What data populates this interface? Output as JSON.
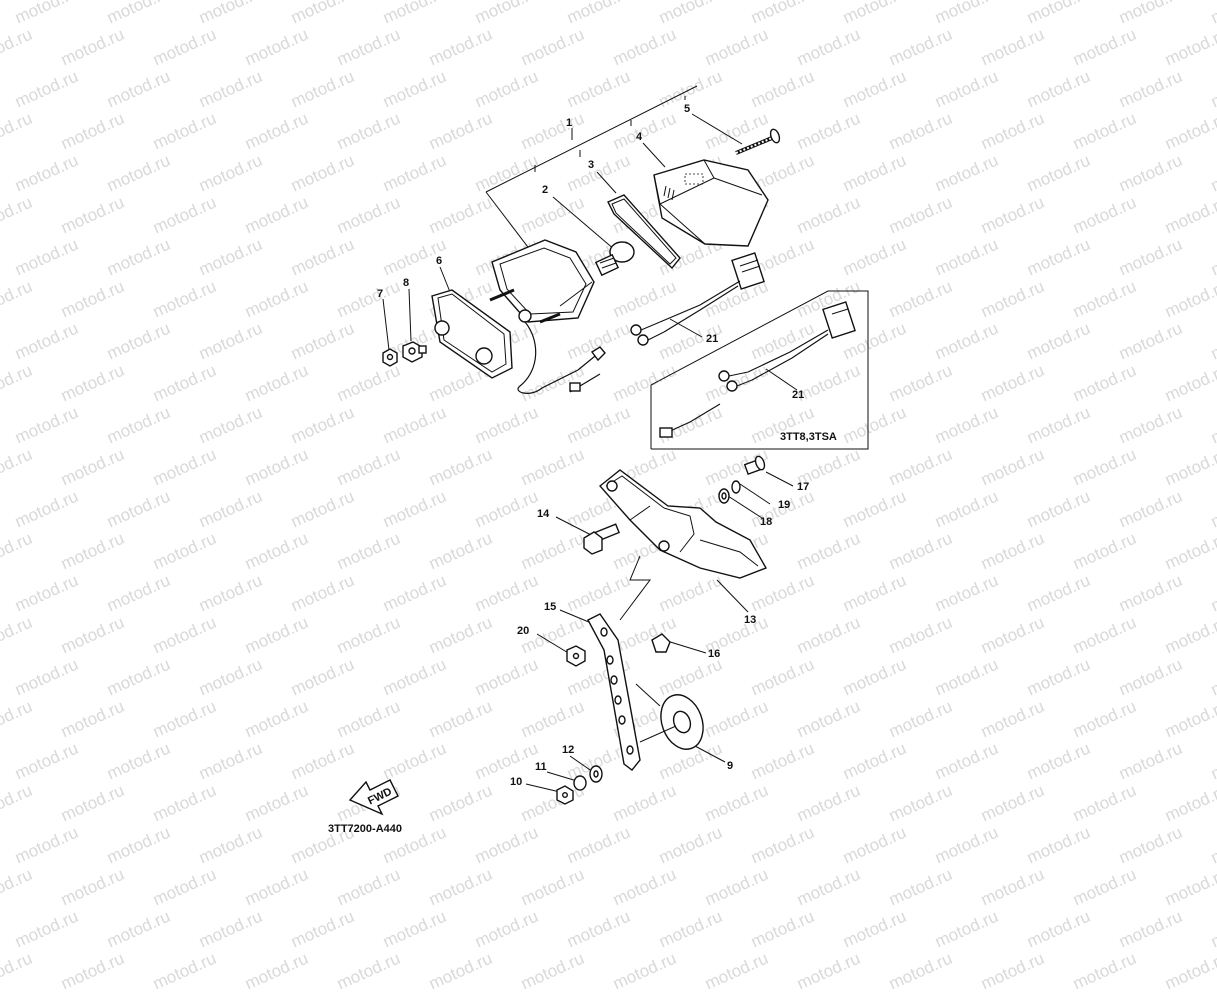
{
  "watermark": {
    "text": "motod.ru",
    "color": "#d9d9d9"
  },
  "callouts": {
    "c1": "1",
    "c2": "2",
    "c3": "3",
    "c4": "4",
    "c5": "5",
    "c6": "6",
    "c7": "7",
    "c8": "8",
    "c9": "9",
    "c10": "10",
    "c11": "11",
    "c12": "12",
    "c13": "13",
    "c14": "14",
    "c15": "15",
    "c16": "16",
    "c17": "17",
    "c18": "18",
    "c19": "19",
    "c20": "20",
    "c21a": "21",
    "c21b": "21"
  },
  "inset": {
    "label": "3TT8,3TSA"
  },
  "fwd": {
    "label": "FWD"
  },
  "diagram_code": "3TT7200-A440"
}
